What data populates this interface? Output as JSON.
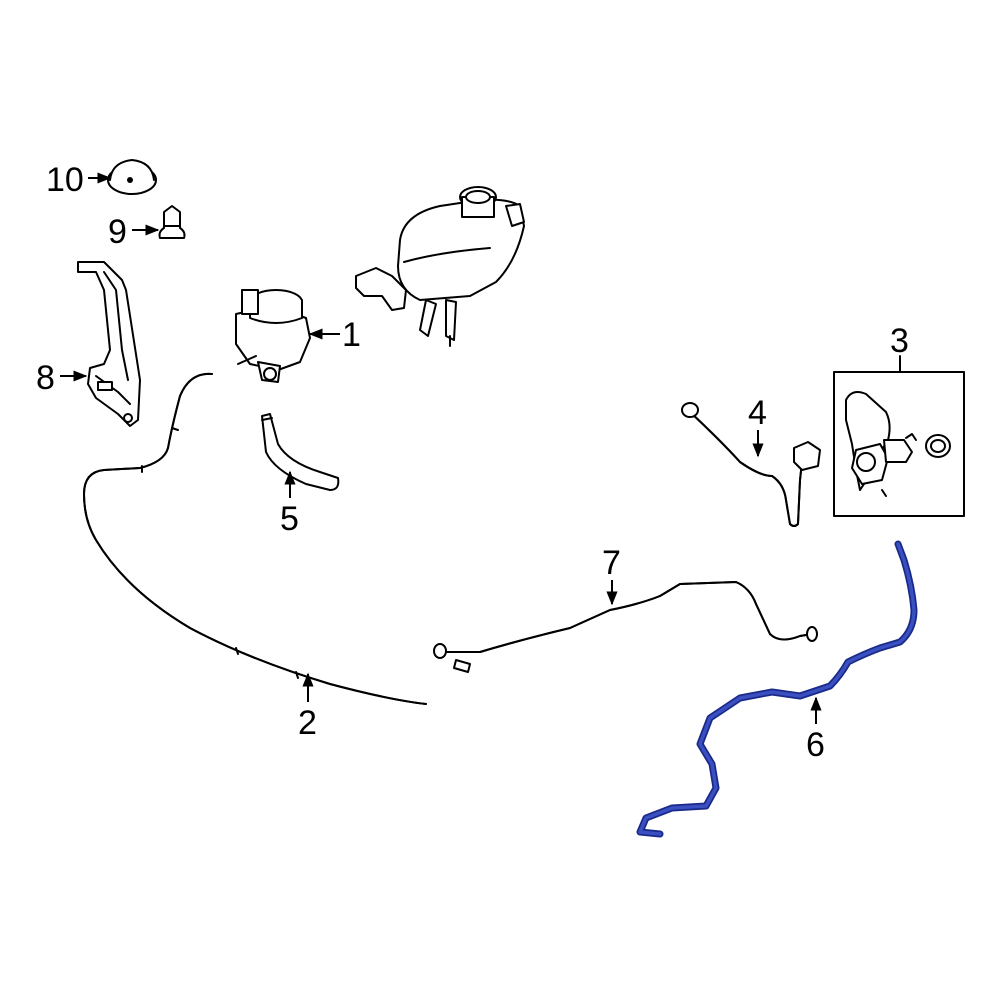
{
  "callouts": [
    {
      "id": "1",
      "label": "1"
    },
    {
      "id": "2",
      "label": "2"
    },
    {
      "id": "3",
      "label": "3"
    },
    {
      "id": "4",
      "label": "4"
    },
    {
      "id": "5",
      "label": "5"
    },
    {
      "id": "6",
      "label": "6"
    },
    {
      "id": "7",
      "label": "7"
    },
    {
      "id": "8",
      "label": "8"
    },
    {
      "id": "9",
      "label": "9"
    },
    {
      "id": "10",
      "label": "10"
    }
  ],
  "colors": {
    "line": "#000000",
    "highlight": "#2b3b9a",
    "background": "#ffffff"
  }
}
